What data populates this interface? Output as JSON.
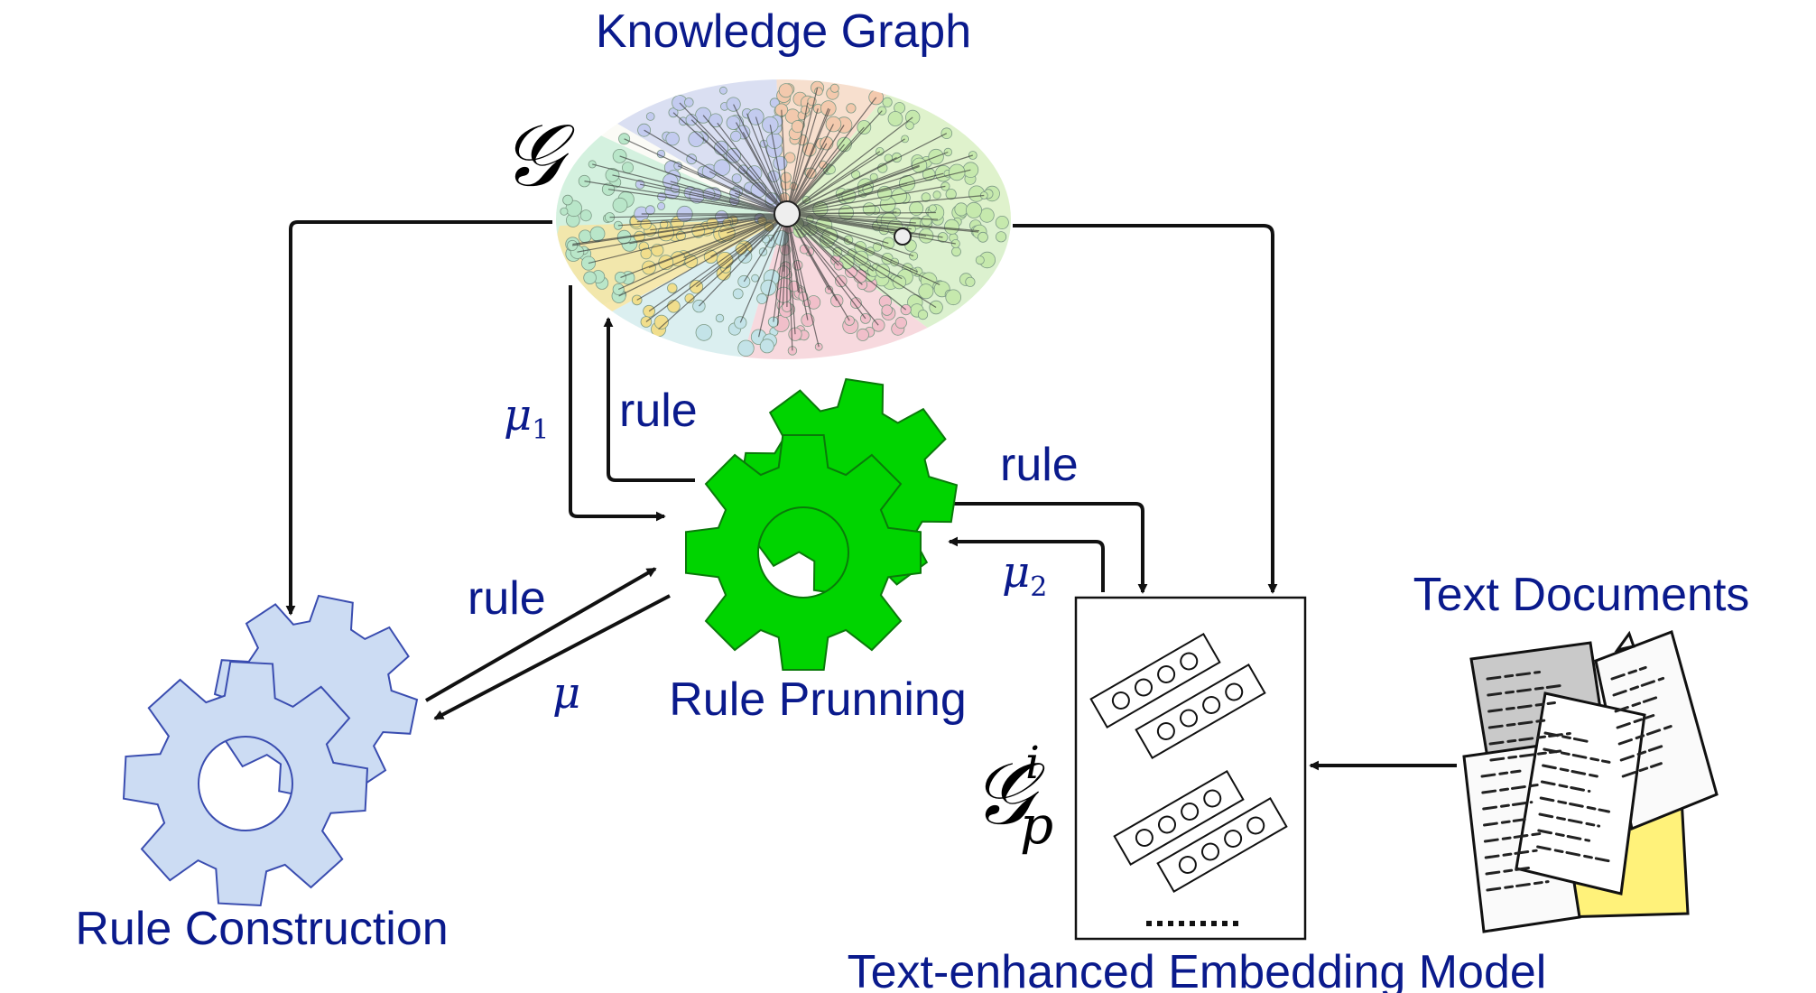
{
  "colors": {
    "label": "#0a1a8c",
    "math": "#000000",
    "arrow": "#111111",
    "gear_construction": "#ccdcf3",
    "gear_construction_stroke": "#3a4db0",
    "gear_pruning": "#00d400",
    "gear_pruning_stroke": "#0a7a0a",
    "doc_yellow": "#fff27a",
    "doc_gray": "#c9c9c9"
  },
  "labels": {
    "knowledge_graph": "Knowledge Graph",
    "rule_construction": "Rule Construction",
    "rule_pruning": "Rule Prunning",
    "text_documents": "Text Documents",
    "embedding_model": "Text-enhanced Embedding Model",
    "edge_rule_kg": "rule",
    "edge_rule_emb": "rule",
    "edge_rule_construct": "rule"
  },
  "math": {
    "kg_symbol": "𝒢",
    "mu1_base": "μ",
    "mu1_sub": "1",
    "mu2_base": "μ",
    "mu2_sub": "2",
    "mu": "μ",
    "gp_base": "𝒢",
    "gp_sup": "i",
    "gp_sub": "p"
  },
  "icons": {
    "knowledge_graph": "knowledge-graph-network-icon",
    "rule_construction": "gears-icon",
    "rule_pruning": "gears-icon",
    "text_documents": "paper-stack-icon",
    "embedding_vectors": "vector-slots-icon"
  }
}
